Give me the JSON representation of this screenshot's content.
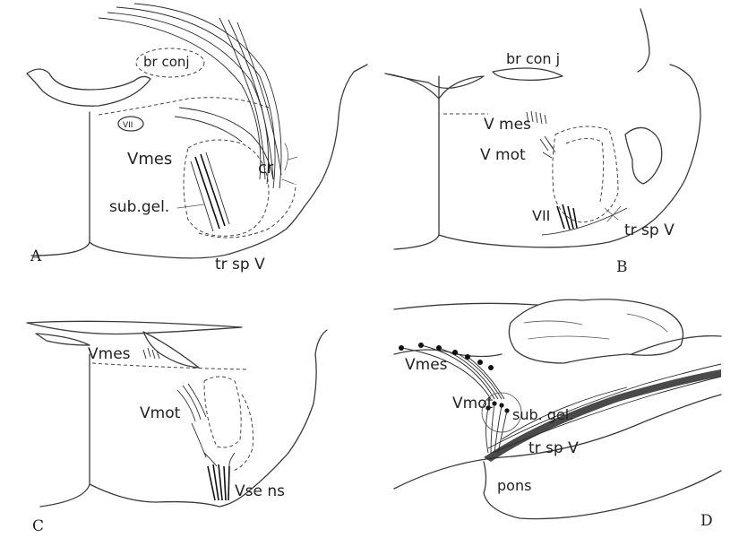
{
  "panels": {
    "A": {
      "letter": "A",
      "labels": {
        "br_conj": "br conj",
        "vii": "VII",
        "vmes": "Vmes",
        "cr": "cr",
        "sub_gel": "sub.gel.",
        "tr_sp_v": "tr sp V"
      }
    },
    "B": {
      "letter": "B",
      "labels": {
        "br_conj": "br con j",
        "vmes": "V mes",
        "vmot": "V mot",
        "vii": "VII",
        "tr_sp_v": "tr sp V"
      }
    },
    "C": {
      "letter": "C",
      "labels": {
        "vmes": "Vmes",
        "vmot": "Vmot",
        "vsens": "Vse ns"
      }
    },
    "D": {
      "letter": "D",
      "labels": {
        "vmes": "Vmes",
        "vmot": "Vmot",
        "sub_gel": "sub. gel.",
        "tr_sp_v": "tr sp V",
        "pons": "pons"
      }
    }
  }
}
